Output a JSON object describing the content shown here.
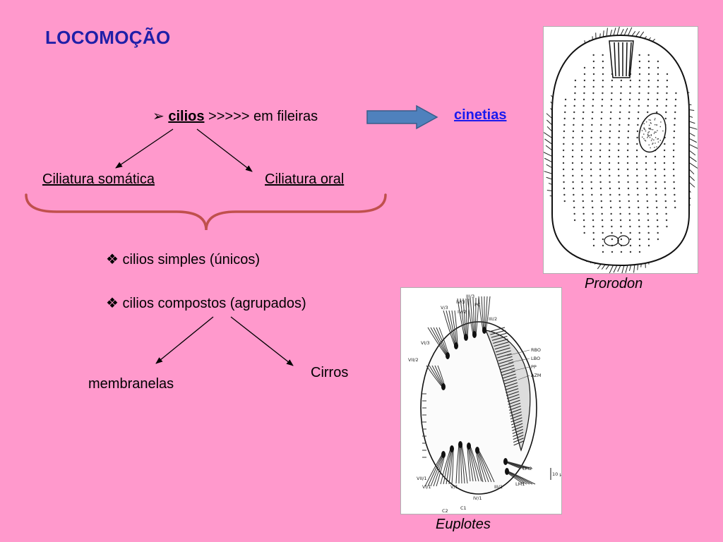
{
  "title": "LOCOMOÇÃO",
  "root": {
    "bullet": "➢",
    "keyword": "cilios",
    "rest": " >>>>> em fileiras"
  },
  "arrow_target": "cinetias",
  "branches": {
    "left": "Ciliatura somática",
    "right": "Ciliatura oral "
  },
  "types": [
    {
      "bullet": "❖",
      "label": "cilios simples (únicos)"
    },
    {
      "bullet": "❖",
      "label": "cilios compostos (agrupados)"
    }
  ],
  "sub_branches": {
    "left": "membranelas",
    "right": "Cirros"
  },
  "figures": {
    "prorodon_caption": "Prorodon",
    "euplotes_caption": "Euplotes",
    "euplotes_labels": [
      "III/3",
      "PC",
      "IV/3",
      "V/3",
      "IV/2",
      "III/2",
      "VI/3",
      "RBO",
      "LBO",
      "PP",
      "AZM",
      "VII/2",
      "LM2",
      "10 µ",
      "VII/1",
      "VI/1",
      "V/1",
      "IV/1",
      "III/1",
      "LM1",
      "C2",
      "C1"
    ]
  },
  "colors": {
    "background": "#ff99cc",
    "title": "#1f1fa8",
    "arrow_fill": "#4f81bd",
    "arrow_stroke": "#385d8a",
    "brace": "#c0504d",
    "link": "#1a1aee"
  }
}
